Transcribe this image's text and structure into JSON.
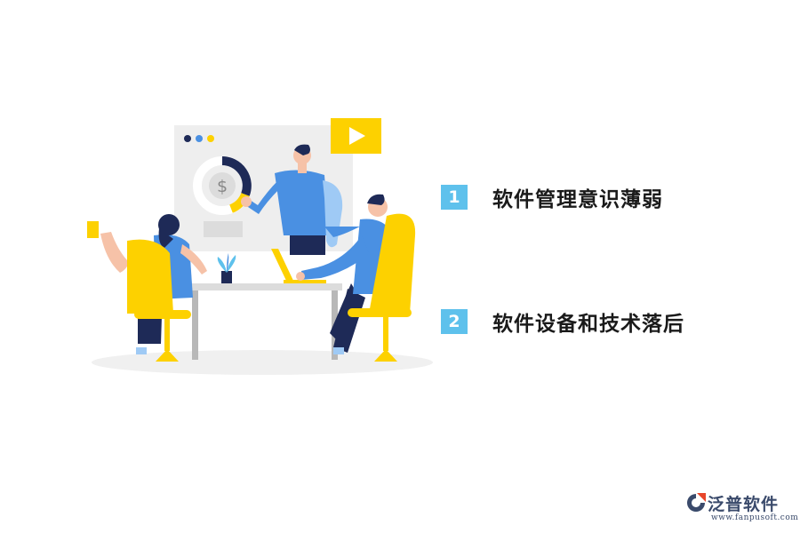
{
  "items": [
    {
      "number": "1",
      "label": "软件管理意识薄弱"
    },
    {
      "number": "2",
      "label": "软件设备和技术落后"
    }
  ],
  "logo": {
    "brand": "泛普软件",
    "url": "www.fanpusoft.com"
  },
  "colors": {
    "accent_blue": "#5ec1ec",
    "person_blue": "#4a90e2",
    "chair_yellow": "#fdd100",
    "navy": "#1e2a57"
  }
}
